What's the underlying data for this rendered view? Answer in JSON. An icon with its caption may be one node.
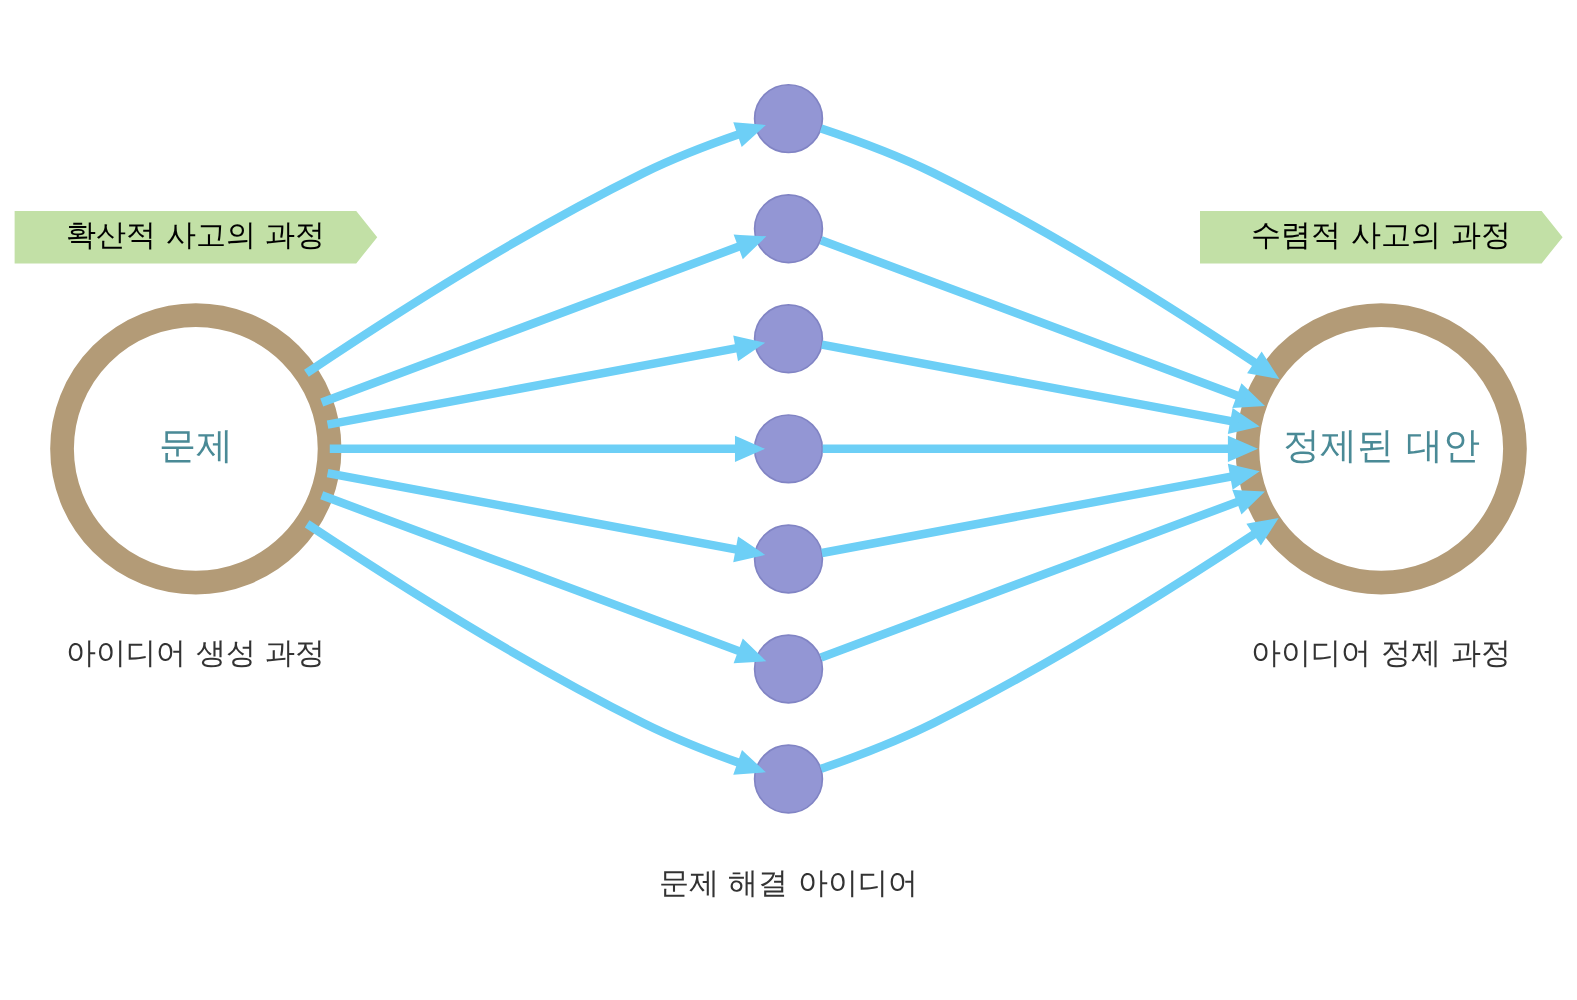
{
  "diagram": {
    "nodes": [
      {
        "text": [
          "문제"
        ]
      },
      {
        "text": [],
        "shape": "circle"
      },
      {
        "text": [],
        "shape": "circle"
      },
      {
        "text": [],
        "shape": "circle"
      },
      {
        "text": [],
        "shape": "circle"
      },
      {
        "text": [],
        "shape": "circle"
      },
      {
        "text": [],
        "shape": "circle"
      },
      {
        "text": [],
        "shape": "circle"
      },
      {
        "text": [
          "정제된 대안"
        ]
      },
      {
        "text": [
          "확산적 사고의 과정"
        ]
      },
      {
        "text": [
          "수렴적 사고의 과정"
        ]
      }
    ],
    "edges": [
      {
        "from": 0,
        "to": 1,
        "arrow": "to"
      },
      {
        "from": 0,
        "to": 2,
        "arrow": "to"
      },
      {
        "from": 0,
        "to": 3,
        "arrow": "to"
      },
      {
        "from": 0,
        "to": 4,
        "arrow": "to"
      },
      {
        "from": 0,
        "to": 5,
        "arrow": "to"
      },
      {
        "from": 0,
        "to": 6,
        "arrow": "to"
      },
      {
        "from": 0,
        "to": 7,
        "arrow": "to"
      },
      {
        "from": 1,
        "to": 8,
        "arrow": "to"
      },
      {
        "from": 2,
        "to": 8,
        "arrow": "to"
      },
      {
        "from": 3,
        "to": 8,
        "arrow": "to"
      },
      {
        "from": 4,
        "to": 8,
        "arrow": "to"
      },
      {
        "from": 5,
        "to": 8,
        "arrow": "to"
      },
      {
        "from": 6,
        "to": 8,
        "arrow": "to"
      },
      {
        "from": 7,
        "to": 8,
        "arrow": "to"
      }
    ],
    "labels": [
      "아이디어 생성 과정",
      "문제 해결 아이디어",
      "아이디어 정제 과정"
    ]
  }
}
